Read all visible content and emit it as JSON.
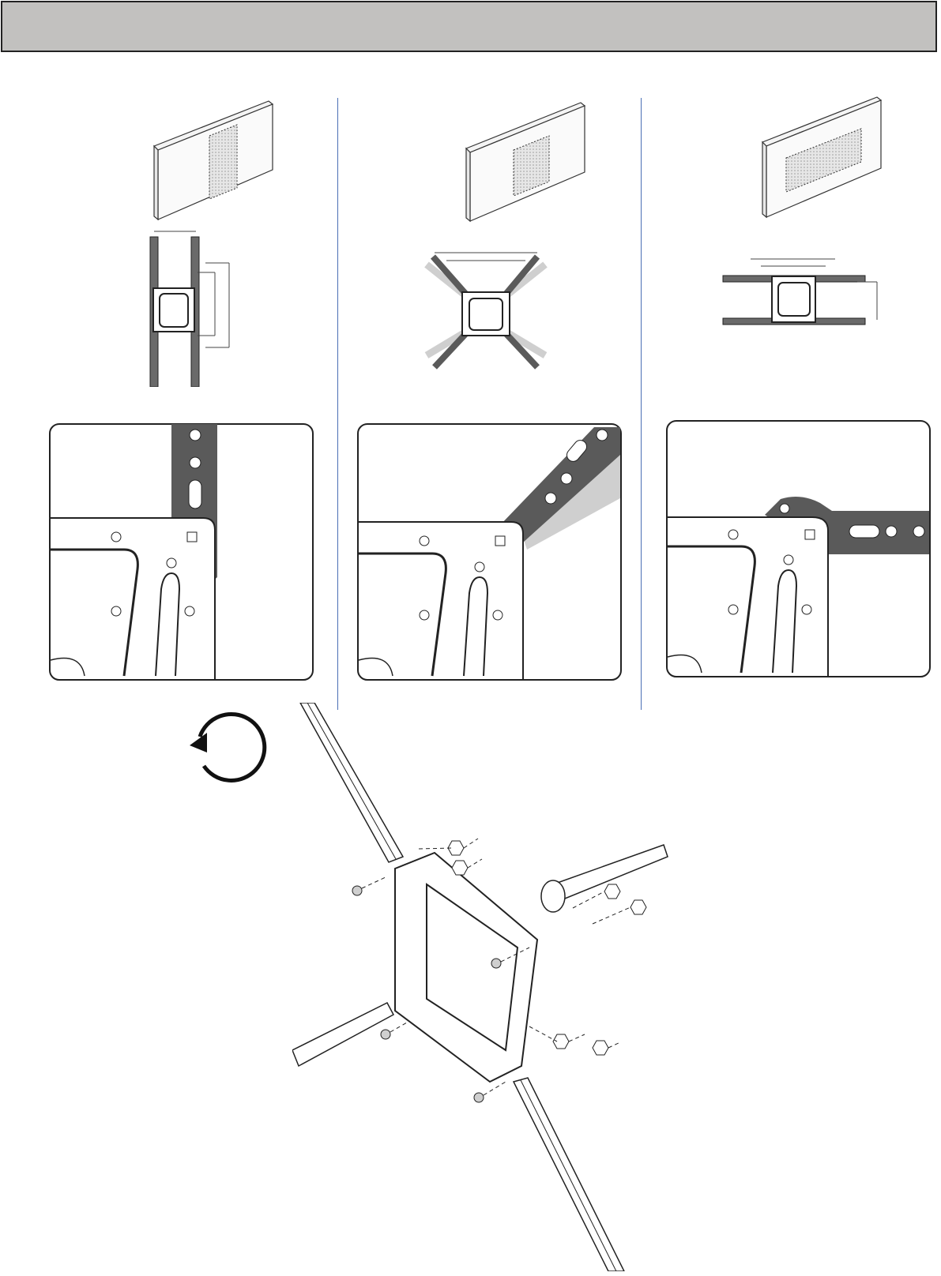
{
  "header": {
    "title": ""
  },
  "icons": {
    "rotate": "counterclockwise-rotate-icon",
    "tv": "tv-back-icon"
  },
  "colors": {
    "header_bg": "#c2c1bf",
    "divider": "#4a6fb5",
    "bracket_dark": "#5a5a5a",
    "bracket_light": "#cfcfcf",
    "tv_hatch": "#bdbdbd"
  },
  "panels": [
    {
      "orientation": "portrait-vertical-arms"
    },
    {
      "orientation": "diagonal-arms"
    },
    {
      "orientation": "landscape-horizontal-arms"
    }
  ]
}
